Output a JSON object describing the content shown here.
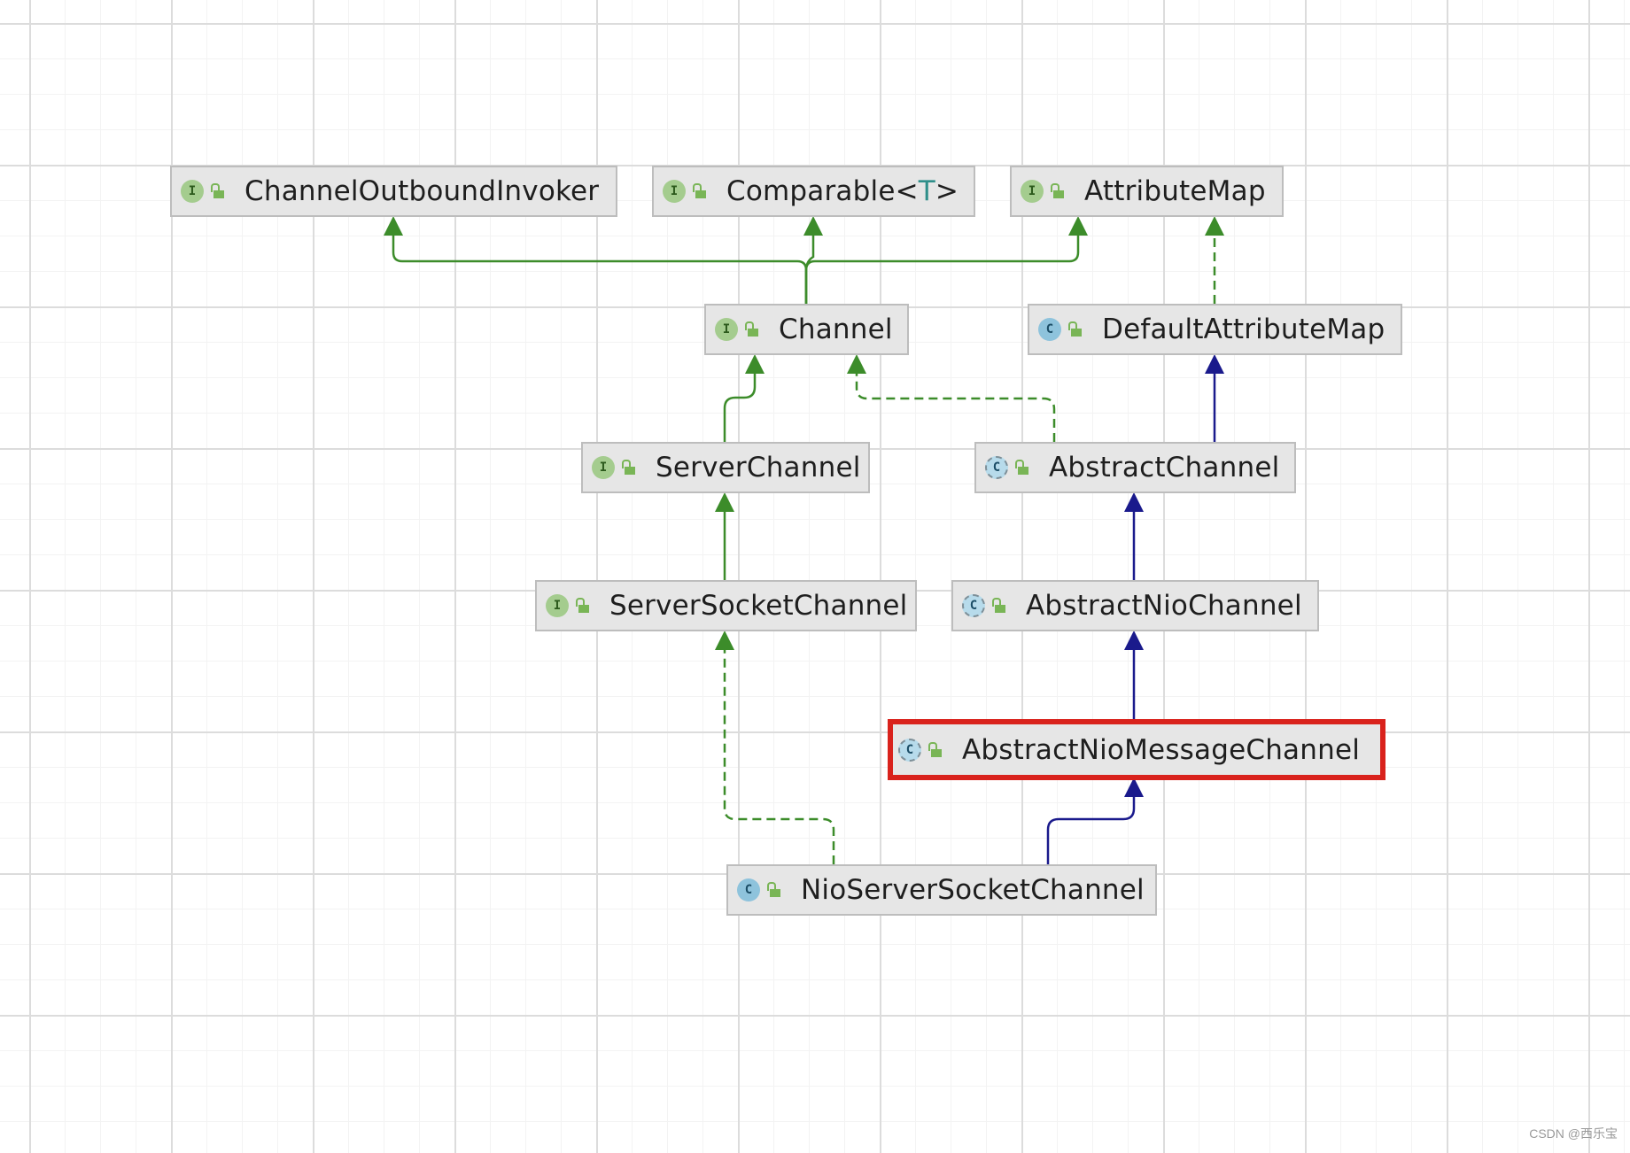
{
  "diagram": {
    "nodes": [
      {
        "id": "ChannelOutboundInvoker",
        "kind": "interface",
        "kind_letter": "I",
        "label": "ChannelOutboundInvoker"
      },
      {
        "id": "Comparable",
        "kind": "interface",
        "kind_letter": "I",
        "label_prefix": "Comparable<",
        "type_param": "T",
        "label_suffix": ">"
      },
      {
        "id": "AttributeMap",
        "kind": "interface",
        "kind_letter": "I",
        "label": "AttributeMap"
      },
      {
        "id": "Channel",
        "kind": "interface",
        "kind_letter": "I",
        "label": "Channel"
      },
      {
        "id": "DefaultAttributeMap",
        "kind": "class",
        "kind_letter": "C",
        "label": "DefaultAttributeMap"
      },
      {
        "id": "ServerChannel",
        "kind": "interface",
        "kind_letter": "I",
        "label": "ServerChannel"
      },
      {
        "id": "AbstractChannel",
        "kind": "abstract-class",
        "kind_letter": "C",
        "label": "AbstractChannel"
      },
      {
        "id": "ServerSocketChannel",
        "kind": "interface",
        "kind_letter": "I",
        "label": "ServerSocketChannel"
      },
      {
        "id": "AbstractNioChannel",
        "kind": "abstract-class",
        "kind_letter": "C",
        "label": "AbstractNioChannel"
      },
      {
        "id": "AbstractNioMessageChannel",
        "kind": "abstract-class",
        "kind_letter": "C",
        "label": "AbstractNioMessageChannel",
        "highlighted": true
      },
      {
        "id": "NioServerSocketChannel",
        "kind": "class",
        "kind_letter": "C",
        "label": "NioServerSocketChannel"
      }
    ],
    "edges": [
      {
        "from": "Channel",
        "to": "ChannelOutboundInvoker",
        "relation": "extends"
      },
      {
        "from": "Channel",
        "to": "Comparable",
        "relation": "extends"
      },
      {
        "from": "Channel",
        "to": "AttributeMap",
        "relation": "extends"
      },
      {
        "from": "DefaultAttributeMap",
        "to": "AttributeMap",
        "relation": "implements"
      },
      {
        "from": "ServerChannel",
        "to": "Channel",
        "relation": "extends"
      },
      {
        "from": "AbstractChannel",
        "to": "Channel",
        "relation": "implements"
      },
      {
        "from": "AbstractChannel",
        "to": "DefaultAttributeMap",
        "relation": "class-extends"
      },
      {
        "from": "ServerSocketChannel",
        "to": "ServerChannel",
        "relation": "extends"
      },
      {
        "from": "AbstractNioChannel",
        "to": "AbstractChannel",
        "relation": "class-extends"
      },
      {
        "from": "AbstractNioMessageChannel",
        "to": "AbstractNioChannel",
        "relation": "class-extends"
      },
      {
        "from": "NioServerSocketChannel",
        "to": "ServerSocketChannel",
        "relation": "implements"
      },
      {
        "from": "NioServerSocketChannel",
        "to": "AbstractNioMessageChannel",
        "relation": "class-extends"
      }
    ],
    "colors": {
      "interface_edge": "#3c8c2a",
      "class_edge": "#1a1a8c",
      "highlight_border": "#d9221c"
    }
  },
  "watermark": "CSDN @西乐宝"
}
